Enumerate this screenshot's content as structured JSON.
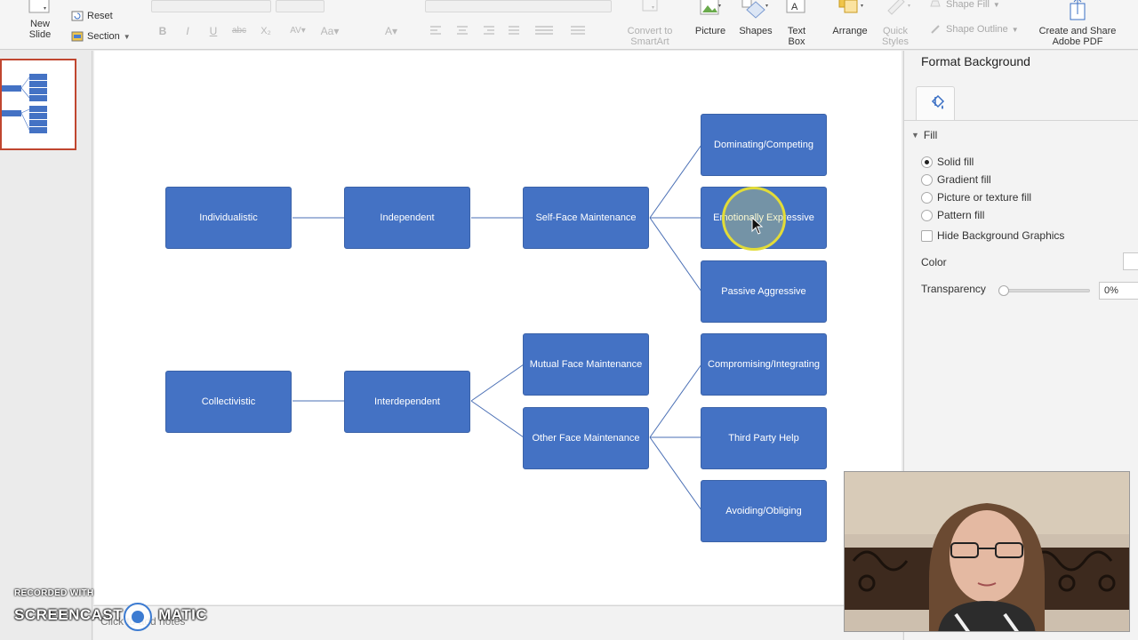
{
  "ribbon": {
    "new_slide": "New Slide",
    "reset": "Reset",
    "section": "Section",
    "convert_smartart": "Convert to SmartArt",
    "picture": "Picture",
    "shapes": "Shapes",
    "text_box": "Text Box",
    "arrange": "Arrange",
    "quick_styles": "Quick Styles",
    "shape_fill": "Shape Fill",
    "shape_outline": "Shape Outline",
    "create_share_pdf": "Create and Share Adobe PDF"
  },
  "slide": {
    "nodes": [
      {
        "label": "Individualistic"
      },
      {
        "label": "Independent"
      },
      {
        "label": "Self-Face Maintenance"
      },
      {
        "label": "Dominating/Competing"
      },
      {
        "label": "Emotionally Expressive"
      },
      {
        "label": "Passive Aggressive"
      },
      {
        "label": "Collectivistic"
      },
      {
        "label": "Interdependent"
      },
      {
        "label": "Mutual Face Maintenance"
      },
      {
        "label": "Other Face Maintenance"
      },
      {
        "label": "Compromising/Integrating"
      },
      {
        "label": "Third Party Help"
      },
      {
        "label": "Avoiding/Obliging"
      }
    ],
    "notes_placeholder": "Click to add notes"
  },
  "format_pane": {
    "title": "Format Background",
    "section": "Fill",
    "fill_options": [
      {
        "label": "Solid fill",
        "selected": true
      },
      {
        "label": "Gradient fill",
        "selected": false
      },
      {
        "label": "Picture or texture fill",
        "selected": false
      },
      {
        "label": "Pattern fill",
        "selected": false
      }
    ],
    "hide_bg_graphics": "Hide Background Graphics",
    "color_label": "Color",
    "transparency_label": "Transparency",
    "transparency_value": "0%"
  },
  "watermark": {
    "line1": "RECORDED WITH",
    "line2": "SCREENCAST",
    "line3": "MATIC"
  },
  "colors": {
    "node_fill": "#4472c4",
    "accent_selected": "#c0462f",
    "highlight": "#e2dc38"
  }
}
